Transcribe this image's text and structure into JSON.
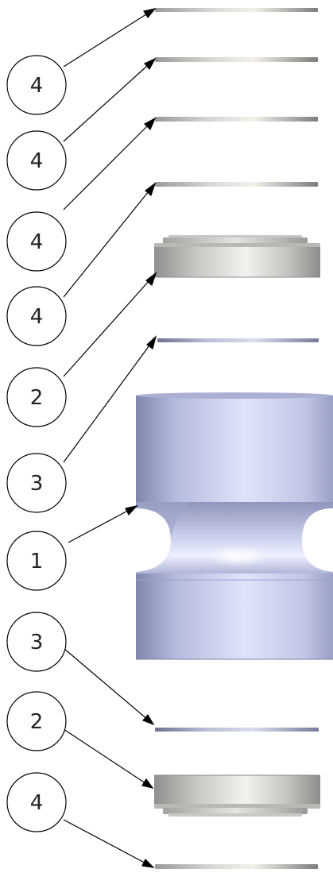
{
  "balloons": [
    {
      "label": "4"
    },
    {
      "label": "4"
    },
    {
      "label": "4"
    },
    {
      "label": "4"
    },
    {
      "label": "2"
    },
    {
      "label": "3"
    },
    {
      "label": "1"
    },
    {
      "label": "3"
    },
    {
      "label": "2"
    },
    {
      "label": "4"
    }
  ],
  "colors": {
    "balloon_stroke": "#000000",
    "leader_line": "#000000",
    "steel_light": "#f4f4f2",
    "steel_mid": "#c9c9c7",
    "steel_dark": "#8e8e8c",
    "roller_light": "#e8ebfb",
    "roller_mid": "#c4c9e8",
    "roller_dark": "#8a90b4"
  }
}
